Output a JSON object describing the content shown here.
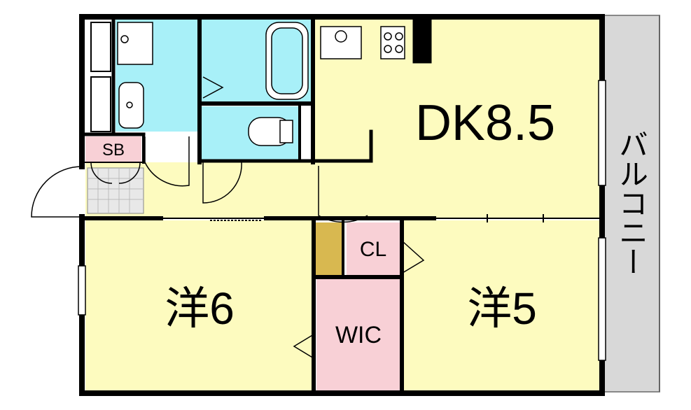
{
  "rooms": {
    "dk": {
      "label": "DK8.5"
    },
    "western_6": {
      "label": "洋6"
    },
    "western_5": {
      "label": "洋5"
    },
    "wic": {
      "label": "WIC"
    },
    "cl": {
      "label": "CL"
    },
    "sb": {
      "label": "SB"
    },
    "balcony": {
      "label": "バルコニー"
    }
  },
  "colors": {
    "room_fill": "#fdfbbf",
    "wet_fill": "#a8f0f8",
    "storage_fill": "#f8d0d6",
    "balcony_fill": "#d8d8d8",
    "accent_fill": "#d8b850",
    "wall": "#000000"
  }
}
